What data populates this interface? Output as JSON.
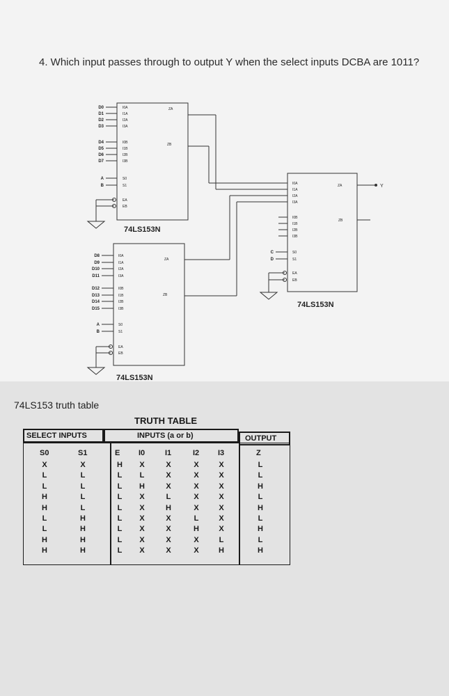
{
  "question": "4. Which input passes through to output Y when the select inputs DCBA are 1011?",
  "mux1": {
    "d_labels": [
      "D0",
      "D1",
      "D2",
      "D3",
      "D4",
      "D5",
      "D6",
      "D7"
    ],
    "pin_a": [
      "I0A",
      "I1A",
      "I2A",
      "I3A"
    ],
    "pin_b": [
      "I0B",
      "I1B",
      "I2B",
      "I3B"
    ],
    "out_a": "ZA",
    "out_b": "ZB",
    "sel_inputs": [
      "A",
      "B"
    ],
    "sel_pins": [
      "S0",
      "S1"
    ],
    "enables": [
      "EA",
      "EB"
    ],
    "name": "74LS153N"
  },
  "mux2": {
    "d_labels": [
      "D8",
      "D9",
      "D10",
      "D11",
      "D12",
      "D13",
      "D14",
      "D15"
    ],
    "pin_a": [
      "I0A",
      "I1A",
      "I2A",
      "I3A"
    ],
    "pin_b": [
      "I0B",
      "I1B",
      "I2B",
      "I3B"
    ],
    "out_a": "ZA",
    "out_b": "ZB",
    "sel_inputs": [
      "A",
      "B"
    ],
    "sel_pins": [
      "S0",
      "S1"
    ],
    "enables": [
      "EA",
      "EB"
    ],
    "name": "74LS153N"
  },
  "mux3": {
    "pin_a": [
      "I0A",
      "I1A",
      "I2A",
      "I3A"
    ],
    "pin_b": [
      "I0B",
      "I1B",
      "I2B",
      "I3B"
    ],
    "out_a": "ZA",
    "out_b": "ZB",
    "sel_inputs": [
      "C",
      "D"
    ],
    "sel_pins": [
      "S0",
      "S1"
    ],
    "enables": [
      "EA",
      "EB"
    ],
    "output_label": "Y",
    "name": "74LS153N"
  },
  "truth_table": {
    "caption": "74LS153 truth table",
    "title": "TRUTH TABLE",
    "select_header": "SELECT INPUTS",
    "inputs_header": "INPUTS (a or b)",
    "output_header": "OUTPUT",
    "columns": [
      "S0",
      "S1",
      "E",
      "I0",
      "I1",
      "I2",
      "I3",
      "Z"
    ],
    "rows": [
      [
        "X",
        "X",
        "H",
        "X",
        "X",
        "X",
        "X",
        "L"
      ],
      [
        "L",
        "L",
        "L",
        "L",
        "X",
        "X",
        "X",
        "L"
      ],
      [
        "L",
        "L",
        "L",
        "H",
        "X",
        "X",
        "X",
        "H"
      ],
      [
        "H",
        "L",
        "L",
        "X",
        "L",
        "X",
        "X",
        "L"
      ],
      [
        "H",
        "L",
        "L",
        "X",
        "H",
        "X",
        "X",
        "H"
      ],
      [
        "L",
        "H",
        "L",
        "X",
        "X",
        "L",
        "X",
        "L"
      ],
      [
        "L",
        "H",
        "L",
        "X",
        "X",
        "H",
        "X",
        "H"
      ],
      [
        "H",
        "H",
        "L",
        "X",
        "X",
        "X",
        "L",
        "L"
      ],
      [
        "H",
        "H",
        "L",
        "X",
        "X",
        "X",
        "H",
        "H"
      ]
    ]
  }
}
